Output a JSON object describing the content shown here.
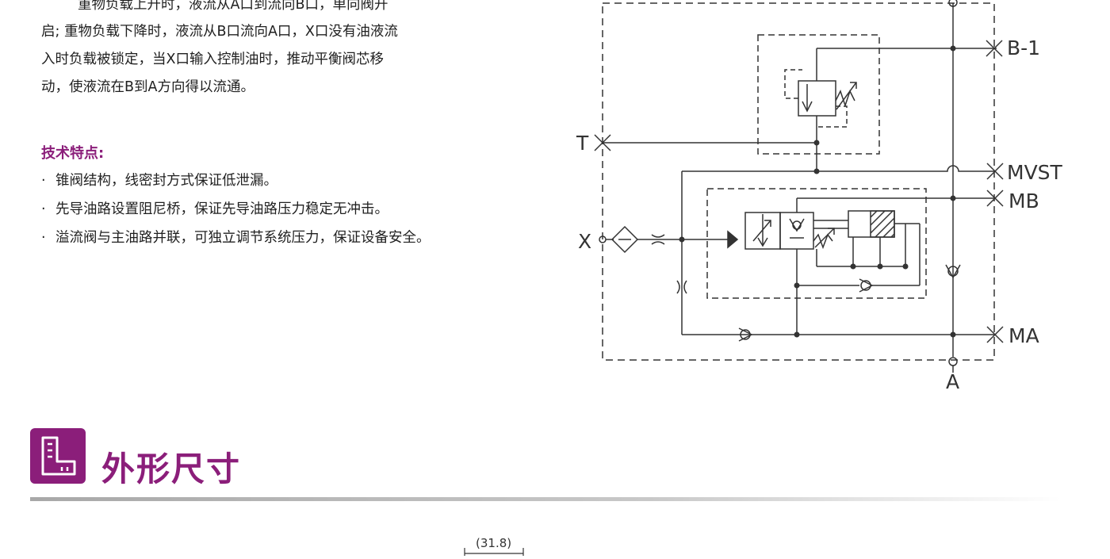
{
  "description": {
    "lines": [
      "重物负载上升时，液流从A口到流向B口，单向阀开",
      "启; 重物负载下降时，液流从B口流向A口，X口没有油液流",
      "入时负载被锁定，当X口输入控制油时，推动平衡阀芯移",
      "动，使液流在B到A方向得以流通。"
    ]
  },
  "features": {
    "heading": "技术特点:",
    "bullet": "·",
    "items": [
      "锥阀结构，线密封方式保证低泄漏。",
      "先导油路设置阻尼桥，保证先导油路压力稳定无冲击。",
      "溢流阀与主油路并联，可独立调节系统压力，保证设备安全。"
    ]
  },
  "schematic": {
    "ports": {
      "b1": "B-1",
      "t": "T",
      "mvst": "MVST",
      "mb": "MB",
      "x": "X",
      "ma": "MA",
      "a": "A"
    }
  },
  "section": {
    "title": "外形尺寸",
    "icon": "dimension-icon"
  },
  "dimension": {
    "label": "(31.8)"
  },
  "colors": {
    "accent": "#8b1e7a",
    "line": "#333333"
  }
}
